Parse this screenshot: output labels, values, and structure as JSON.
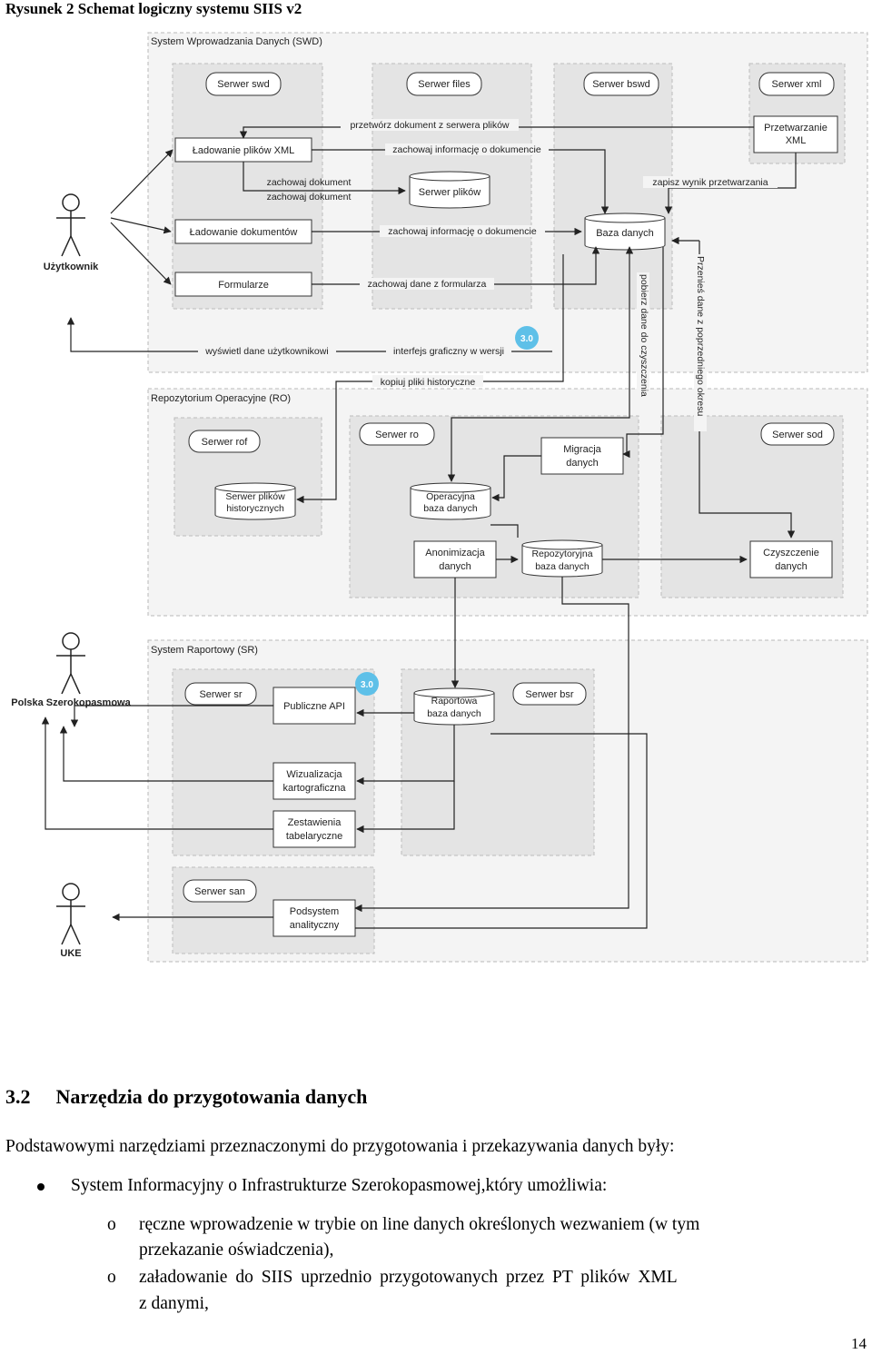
{
  "figure": {
    "caption": "Rysunek 2 Schemat logiczny systemu SIIS v2",
    "swd": {
      "title": "System Wprowadzania Danych (SWD)",
      "servers": [
        "Serwer swd",
        "Serwer files",
        "Serwer bswd",
        "Serwer xml"
      ],
      "boxes": {
        "ladowanie_xml": "Ładowanie plików XML",
        "ladowanie_dok": "Ładowanie dokumentów",
        "formularze": "Formularze",
        "przetwarzanie_xml_1": "Przetwarzanie",
        "przetwarzanie_xml_2": "XML"
      },
      "databases": {
        "serwer_plikow": "Serwer plików",
        "baza_danych": "Baza danych"
      },
      "labels": {
        "przetworz": "przetwórz dokument z serwera plików",
        "zachowaj_info_1": "zachowaj informację o dokumencie",
        "zachowaj_dok_1": "zachowaj dokument",
        "zachowaj_dok_2": "zachowaj dokument",
        "zapisz_wynik": "zapisz wynik przetwarzania",
        "zachowaj_info_2": "zachowaj informację o dokumencie",
        "zachowaj_dane": "zachowaj dane z formularza",
        "wyswietl": "wyświetl dane użytkownikowi",
        "interfejs": "interfejs graficzny w wersji",
        "kopiuj": "kopiuj pliki historyczne",
        "pobierz": "pobierz dane do czyszczenia",
        "przenies": "Przenieś dane z poprzedniego okresu"
      },
      "badge": "3.0"
    },
    "ro": {
      "title": "Repozytorium Operacyjne (RO)",
      "servers": [
        "Serwer rof",
        "Serwer ro",
        "Serwer sod"
      ],
      "boxes": {
        "migracja_1": "Migracja",
        "migracja_2": "danych",
        "anonimizacja_1": "Anonimizacja",
        "anonimizacja_2": "danych",
        "czyszczenie_1": "Czyszczenie",
        "czyszczenie_2": "danych"
      },
      "databases": {
        "hist_1": "Serwer plików",
        "hist_2": "historycznych",
        "oper_1": "Operacyjna",
        "oper_2": "baza danych",
        "repo_1": "Repozytoryjna",
        "repo_2": "baza danych"
      }
    },
    "sr": {
      "title": "System Raportowy (SR)",
      "servers": [
        "Serwer sr",
        "Serwer bsr",
        "Serwer san"
      ],
      "boxes": {
        "api": "Publiczne API",
        "wiz_1": "Wizualizacja",
        "wiz_2": "kartograficzna",
        "zest_1": "Zestawienia",
        "zest_2": "tabelaryczne",
        "pods_1": "Podsystem",
        "pods_2": "analityczny"
      },
      "databases": {
        "rap_1": "Raportowa",
        "rap_2": "baza danych"
      },
      "badge": "3.0"
    },
    "actors": [
      "Użytkownik",
      "Polska Szerokopasmowa",
      "UKE"
    ]
  },
  "section": {
    "number": "3.2",
    "title": "Narzędzia do przygotowania danych",
    "intro": "Podstawowymi narzędziami przeznaczonymi do przygotowania i przekazywania danych były:",
    "bullet": "System Informacyjny o Infrastrukturze Szerokopasmowej,który umożliwia:",
    "sub_marker": "o",
    "sub1_line1": "ręczne wprowadzenie w trybie on line danych określonych wezwaniem (w tym",
    "sub1_line2": "przekazanie oświadczenia),",
    "sub2_line1": "załadowanie  do SIIS  uprzednio  przygotowanych  przez  PT  plików  XML",
    "sub2_line2": "z danymi,"
  },
  "page_number": "14"
}
